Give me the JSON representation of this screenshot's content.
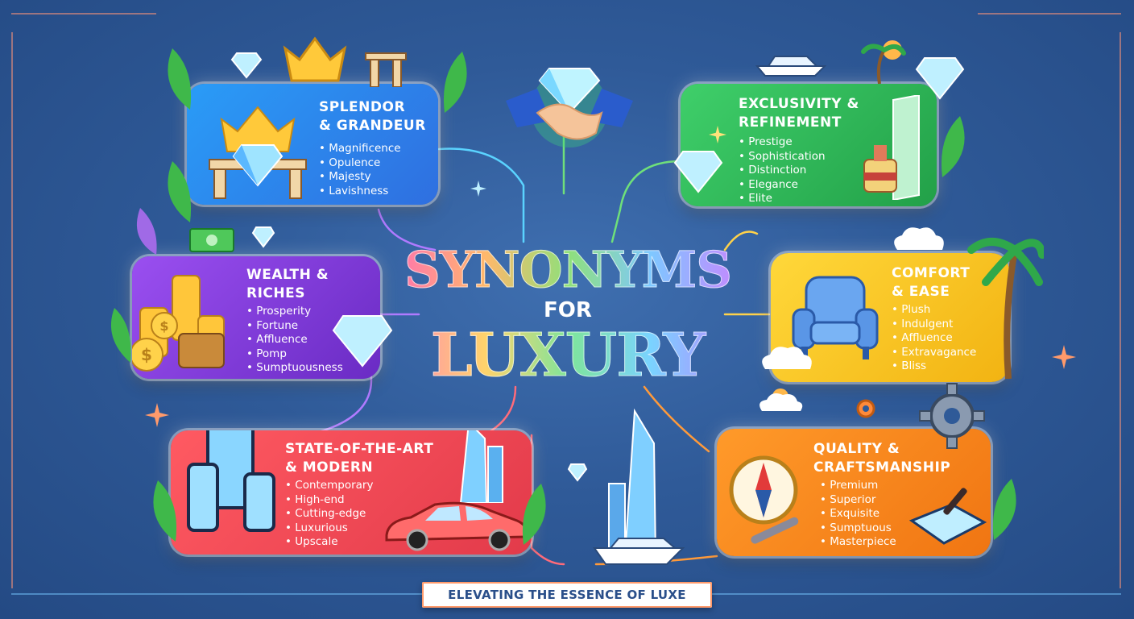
{
  "title": {
    "line1": "SYNONYMS",
    "line2": "FOR",
    "line3": "LUXURY"
  },
  "cards": [
    {
      "heading": "SPLENDOR\n& GRANDEUR",
      "items": [
        "Magnificence",
        "Opulence",
        "Majesty",
        "Lavishness"
      ],
      "color": "#2f7ff0"
    },
    {
      "heading": "EXCLUSIVITY &\nREFINEMENT",
      "items": [
        "Prestige",
        "Sophistication",
        "Distinction",
        "Elegance",
        "Elite"
      ],
      "color": "#2fb45a"
    },
    {
      "heading": "WEALTH &\nRICHES",
      "items": [
        "Prosperity",
        "Fortune",
        "Affluence",
        "Pomp",
        "Sumptuousness"
      ],
      "color": "#8a3fd6"
    },
    {
      "heading": "COMFORT\n& EASE",
      "items": [
        "Plush",
        "Indulgent",
        "Affluence",
        "Extravagance",
        "Bliss"
      ],
      "color": "#f5c21c"
    },
    {
      "heading": "STATE-OF-THE-ART\n& MODERN",
      "items": [
        "Contemporary",
        "High-end",
        "Cutting-edge",
        "Luxurious",
        "Upscale"
      ],
      "color": "#ef4a55"
    },
    {
      "heading": "QUALITY &\nCRAFTSMANSHIP",
      "items": [
        "Premium",
        "Superior",
        "Exquisite",
        "Sumptuous",
        "Masterpiece"
      ],
      "color": "#f5861c"
    }
  ],
  "banner": "ELEVATING THE ESSENCE OF LUXE",
  "icons": [
    "crown-icon",
    "diamond-icon",
    "handshake-icon",
    "yacht-icon",
    "armchair-icon",
    "coins-icon",
    "treasure-chest-icon",
    "smartphone-icon",
    "car-icon",
    "skyscraper-icon",
    "compass-icon",
    "wrench-icon",
    "gear-icon",
    "palm-tree-icon",
    "leaf-icon",
    "sparkle-icon"
  ]
}
